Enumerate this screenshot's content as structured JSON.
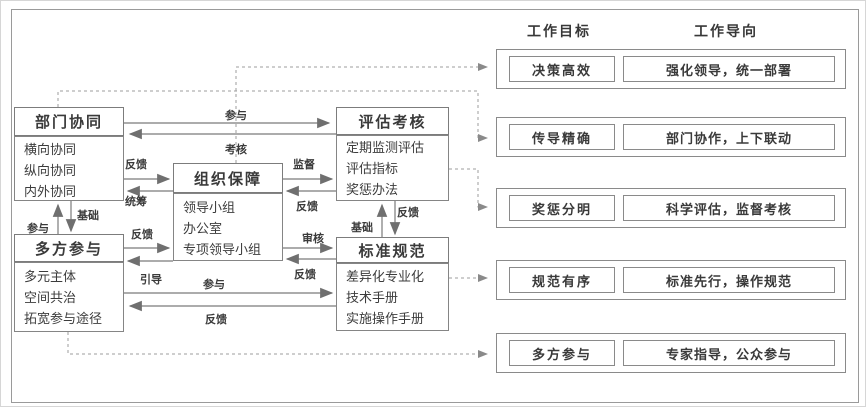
{
  "diagram": {
    "left_column": {
      "dept": {
        "title": "部门协同",
        "items": [
          "横向协同",
          "纵向协同",
          "内外协同"
        ]
      },
      "multi": {
        "title": "多方参与",
        "items": [
          "多元主体",
          "空间共治",
          "拓宽参与途径"
        ]
      }
    },
    "center_column": {
      "org": {
        "title": "组织保障",
        "items": [
          "领导小组",
          "办公室",
          "专项领导小组"
        ]
      }
    },
    "mid_right_column": {
      "eval": {
        "title": "评估考核",
        "items": [
          "定期监测评估",
          "评估指标",
          "奖惩办法"
        ]
      },
      "standard": {
        "title": "标准规范",
        "items": [
          "差异化专业化",
          "技术手册",
          "实施操作手册"
        ]
      }
    },
    "arrow_labels": {
      "dept_to_eval": "参与",
      "eval_to_dept": "考核",
      "dept_to_org": "反馈",
      "org_to_dept": "统筹",
      "org_to_eval": "监督",
      "eval_to_org": "反馈",
      "multi_to_dept": "参与",
      "dept_to_multi": "基础",
      "multi_to_org": "反馈",
      "org_to_multi": "引导",
      "org_to_standard": "审核",
      "standard_to_org": "反馈",
      "standard_to_eval": "基础",
      "eval_to_standard": "反馈",
      "multi_to_standard": "参与",
      "standard_to_multi": "反馈"
    },
    "right_panel": {
      "headers": [
        "工作目标",
        "工作导向"
      ],
      "rows": [
        {
          "goal": "决策高效",
          "orientation": "强化领导，统一部署"
        },
        {
          "goal": "传导精确",
          "orientation": "部门协作，上下联动"
        },
        {
          "goal": "奖惩分明",
          "orientation": "科学评估，监督考核"
        },
        {
          "goal": "规范有序",
          "orientation": "标准先行，操作规范"
        },
        {
          "goal": "多方参与",
          "orientation": "专家指导，公众参与"
        }
      ]
    },
    "colors": {
      "box_border": "#858585",
      "arrow": "#6f6f6f",
      "dashed_line": "#9d9d9d",
      "text": "#3a3a3a"
    }
  }
}
